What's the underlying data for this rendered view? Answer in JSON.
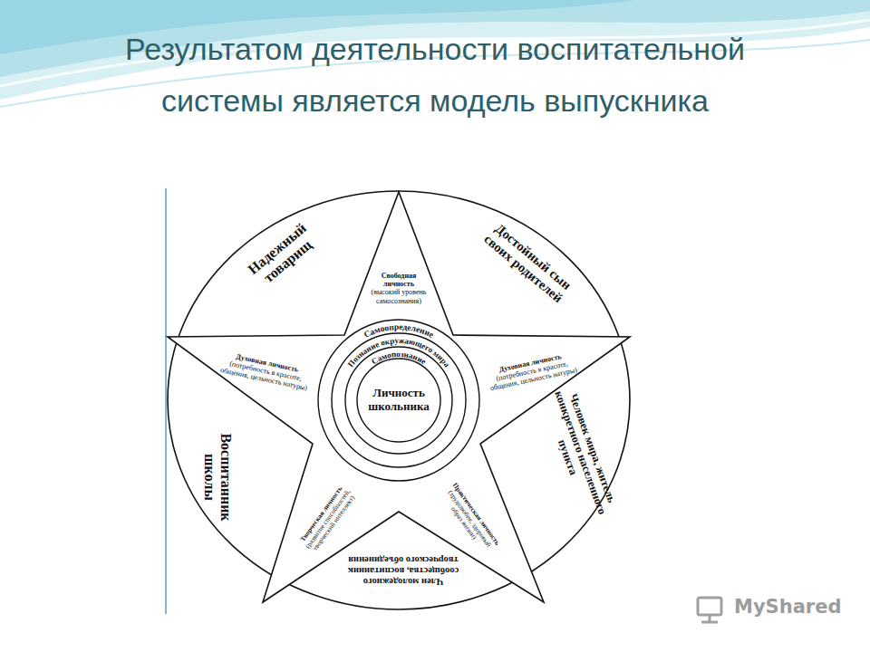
{
  "diagram": {
    "title": "Результатом деятельности воспитательной системы является модель выпускника",
    "nodes": [
      {
        "text": [
          "Надежный товарищ"
        ]
      },
      {
        "text": [
          "Свободная личность",
          "(высокий уровень самосознания)"
        ]
      },
      {
        "text": [
          "Достойный сын своих родителей"
        ]
      },
      {
        "text": [
          "Духовная личность",
          "(потребность в красоте, общения, цельность натуры)"
        ]
      },
      {
        "text": [
          "Самоопределение"
        ]
      },
      {
        "text": [
          "Познание окружающего мира"
        ],
        "in": 4
      },
      {
        "text": [
          "Самопознание"
        ],
        "in": 5
      },
      {
        "text": [
          "Личность школьника"
        ],
        "in": 6
      },
      {
        "text": [
          "Духовная личность",
          "(потребность в красоте, общения, цельность натуры)"
        ]
      },
      {
        "text": [
          "Воспитанник школы"
        ]
      },
      {
        "text": [
          "Человек мира, житель конкретного населенного пункта"
        ]
      },
      {
        "text": [
          "Творческая личность",
          "(развитие способностей, творческий интеллект)"
        ]
      },
      {
        "text": [
          "Практическая личность",
          "(трудолюбие, здоровый образ жизни)"
        ]
      },
      {
        "text": [
          "Член молодежного сообщества, воспитанник творческого объединения"
        ]
      }
    ],
    "labels": [
      "MyShared"
    ]
  }
}
